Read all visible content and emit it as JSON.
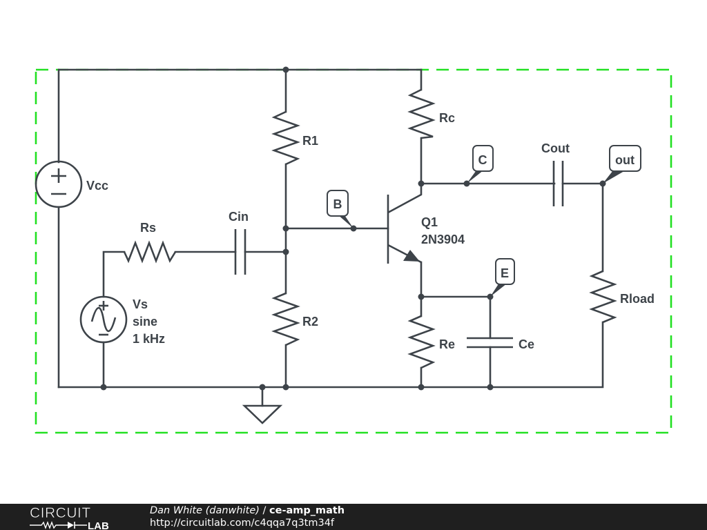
{
  "schematic": {
    "title": "ce-amp_math",
    "components": {
      "vcc": {
        "name": "Vcc",
        "type": "dc-voltage-source",
        "plus_symbol": "+",
        "minus_symbol": "−"
      },
      "vs": {
        "name": "Vs",
        "type": "ac-voltage-source",
        "line2": "sine",
        "line3": "1 kHz"
      },
      "rs": {
        "name": "Rs",
        "type": "resistor"
      },
      "cin": {
        "name": "Cin",
        "type": "capacitor"
      },
      "r1": {
        "name": "R1",
        "type": "resistor"
      },
      "r2": {
        "name": "R2",
        "type": "resistor"
      },
      "rc": {
        "name": "Rc",
        "type": "resistor"
      },
      "re": {
        "name": "Re",
        "type": "resistor"
      },
      "ce": {
        "name": "Ce",
        "type": "capacitor"
      },
      "cout": {
        "name": "Cout",
        "type": "capacitor"
      },
      "rload": {
        "name": "Rload",
        "type": "resistor"
      },
      "q1": {
        "name": "Q1",
        "part": "2N3904",
        "type": "npn-transistor"
      }
    },
    "net_flags": {
      "base": "B",
      "collector": "C",
      "emitter": "E",
      "output": "out"
    },
    "colors": {
      "wire": "#3d4349",
      "border": "#22e022",
      "footer_bg": "#1f1f1f"
    }
  },
  "footer": {
    "logo_top": "CIRCUIT",
    "logo_bottom": "LAB",
    "author": "Dan White (danwhite)",
    "separator": " / ",
    "project": "ce-amp_math",
    "url": "http://circuitlab.com/c4qqa7q3tm34f"
  }
}
